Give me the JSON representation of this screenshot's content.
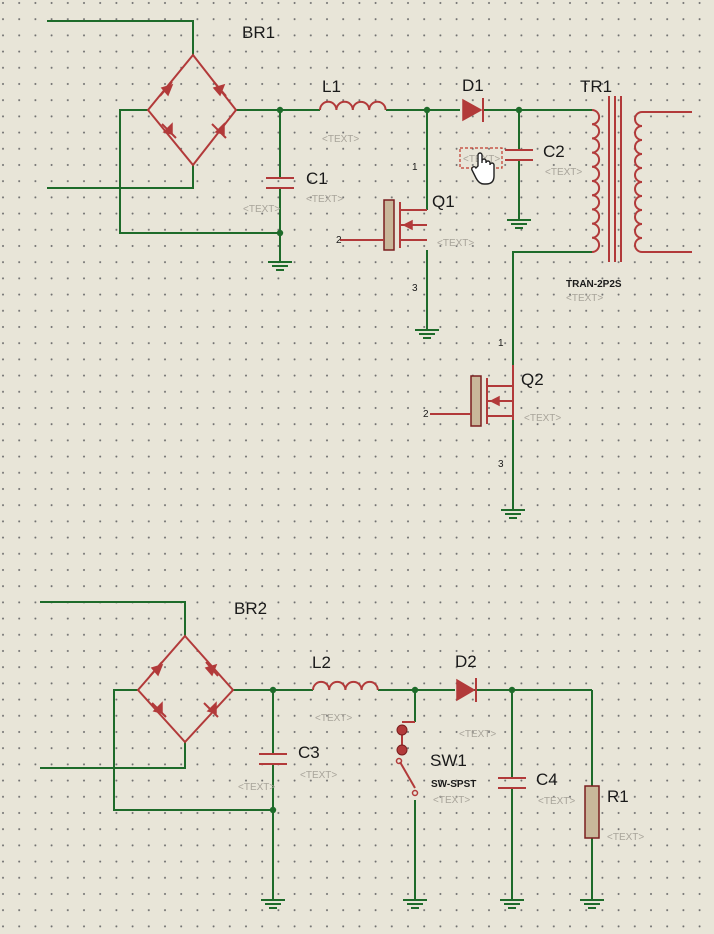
{
  "text_placeholder": "<TEXT>",
  "colors": {
    "wire": "#1e6b2a",
    "component": "#b23a3a",
    "background": "#e8e5d8",
    "grid_dot": "#6e6e6e"
  },
  "components": {
    "br1": {
      "ref": "BR1"
    },
    "l1": {
      "ref": "L1"
    },
    "d1": {
      "ref": "D1"
    },
    "tr1": {
      "ref": "TR1",
      "value": "TRAN-2P2S"
    },
    "c1": {
      "ref": "C1"
    },
    "c2": {
      "ref": "C2"
    },
    "q1": {
      "ref": "Q1",
      "pins": [
        "1",
        "2",
        "3"
      ]
    },
    "q2": {
      "ref": "Q2",
      "pins": [
        "1",
        "2",
        "3"
      ]
    },
    "br2": {
      "ref": "BR2"
    },
    "l2": {
      "ref": "L2"
    },
    "d2": {
      "ref": "D2"
    },
    "c3": {
      "ref": "C3"
    },
    "sw1": {
      "ref": "SW1",
      "value": "SW-SPST"
    },
    "c4": {
      "ref": "C4"
    },
    "r1": {
      "ref": "R1"
    }
  }
}
